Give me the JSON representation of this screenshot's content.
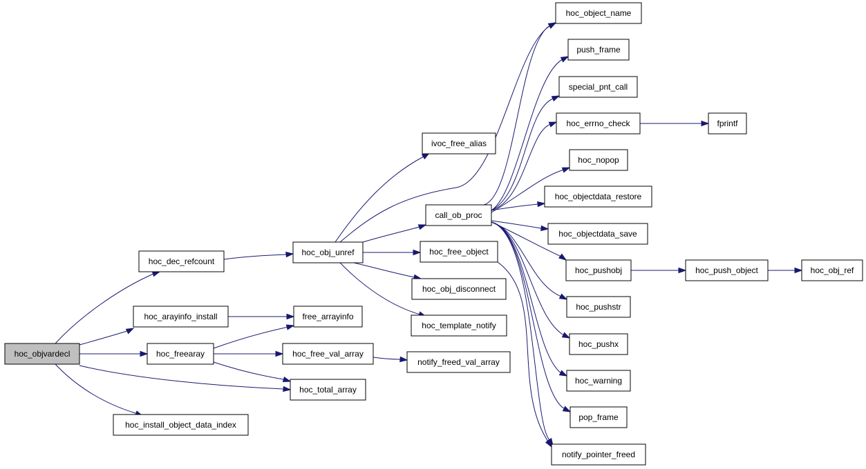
{
  "colors": {
    "node_fill": "#ffffff",
    "root_fill": "#bfbfbf",
    "node_border": "#000000",
    "edge": "#191970"
  },
  "nodes": {
    "root": "hoc_objvardecl",
    "dec_refcount": "hoc_dec_refcount",
    "arayinfo_install": "hoc_arayinfo_install",
    "freearay": "hoc_freearay",
    "install_odi": "hoc_install_object_data_index",
    "obj_unref": "hoc_obj_unref",
    "free_arrayinfo": "free_arrayinfo",
    "free_val_array": "hoc_free_val_array",
    "total_array": "hoc_total_array",
    "ivoc_free_alias": "ivoc_free_alias",
    "call_ob_proc": "call_ob_proc",
    "free_object": "hoc_free_object",
    "obj_disconnect": "hoc_obj_disconnect",
    "template_notify": "hoc_template_notify",
    "notify_freed_val_array": "notify_freed_val_array",
    "object_name": "hoc_object_name",
    "push_frame": "push_frame",
    "special_pnt_call": "special_pnt_call",
    "errno_check": "hoc_errno_check",
    "nopop": "hoc_nopop",
    "od_restore": "hoc_objectdata_restore",
    "od_save": "hoc_objectdata_save",
    "pushobj": "hoc_pushobj",
    "pushstr": "hoc_pushstr",
    "pushx": "hoc_pushx",
    "warning": "hoc_warning",
    "pop_frame": "pop_frame",
    "notify_pointer_freed": "notify_pointer_freed",
    "fprintf": "fprintf",
    "push_object": "hoc_push_object",
    "obj_ref": "hoc_obj_ref"
  }
}
